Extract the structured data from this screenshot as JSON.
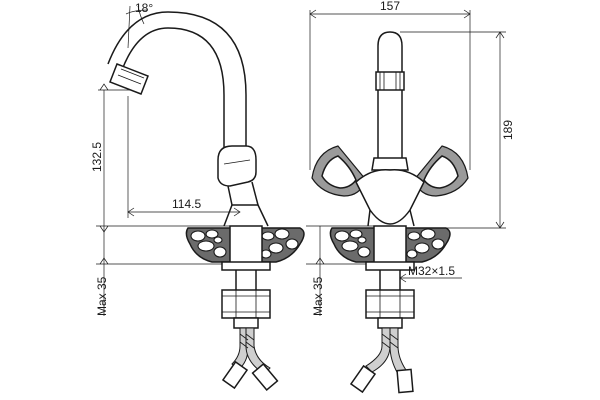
{
  "dimensions": {
    "angle": "18°",
    "reach": "114.5",
    "spout_height": "132.5",
    "max_thickness_left": "Max 35",
    "max_thickness_right": "Max 35",
    "width": "157",
    "height": "189",
    "thread": "M32×1.5"
  }
}
